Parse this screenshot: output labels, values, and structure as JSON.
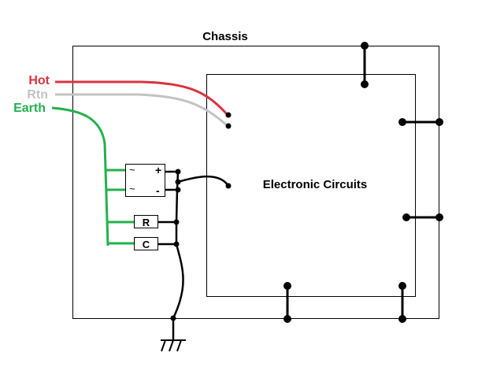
{
  "diagram": {
    "title": "Chassis",
    "center_label": "Electronic Circuits",
    "wires": {
      "hot": {
        "label": "Hot",
        "color": "#d9333f"
      },
      "rtn": {
        "label": "Rtn",
        "color": "#c3c3c3"
      },
      "earth": {
        "label": "Earth",
        "color": "#22b14c"
      }
    },
    "rectifier": {
      "ac1": "~",
      "ac2": "~",
      "plus": "+",
      "minus": "-"
    },
    "resistor_label": "R",
    "capacitor_label": "C",
    "colors": {
      "line": "#000000",
      "background": "#ffffff"
    }
  }
}
